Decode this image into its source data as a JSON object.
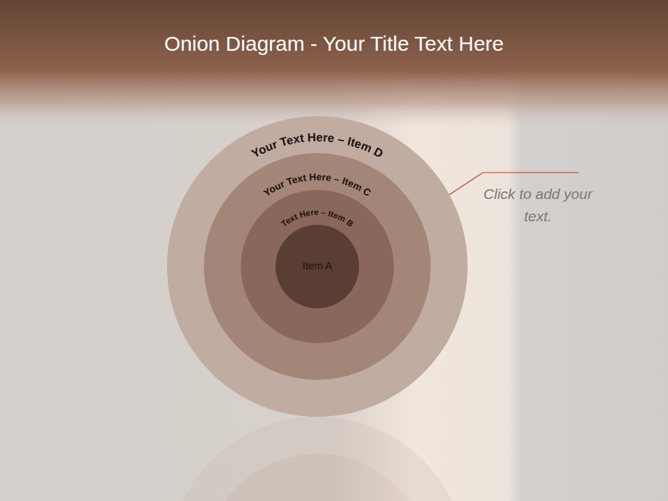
{
  "diagram": {
    "title": "Onion Diagram - Your Title Text Here",
    "nodes": [
      {
        "text": [
          "Your Text Here – Item D"
        ]
      },
      {
        "text": [
          "Your Text Here – Item C"
        ],
        "in": 0
      },
      {
        "text": [
          "Text Here – Item B"
        ],
        "in": 1
      },
      {
        "text": [
          "Item A"
        ],
        "in": 2
      }
    ],
    "labels": [
      "Click to add your text."
    ]
  }
}
